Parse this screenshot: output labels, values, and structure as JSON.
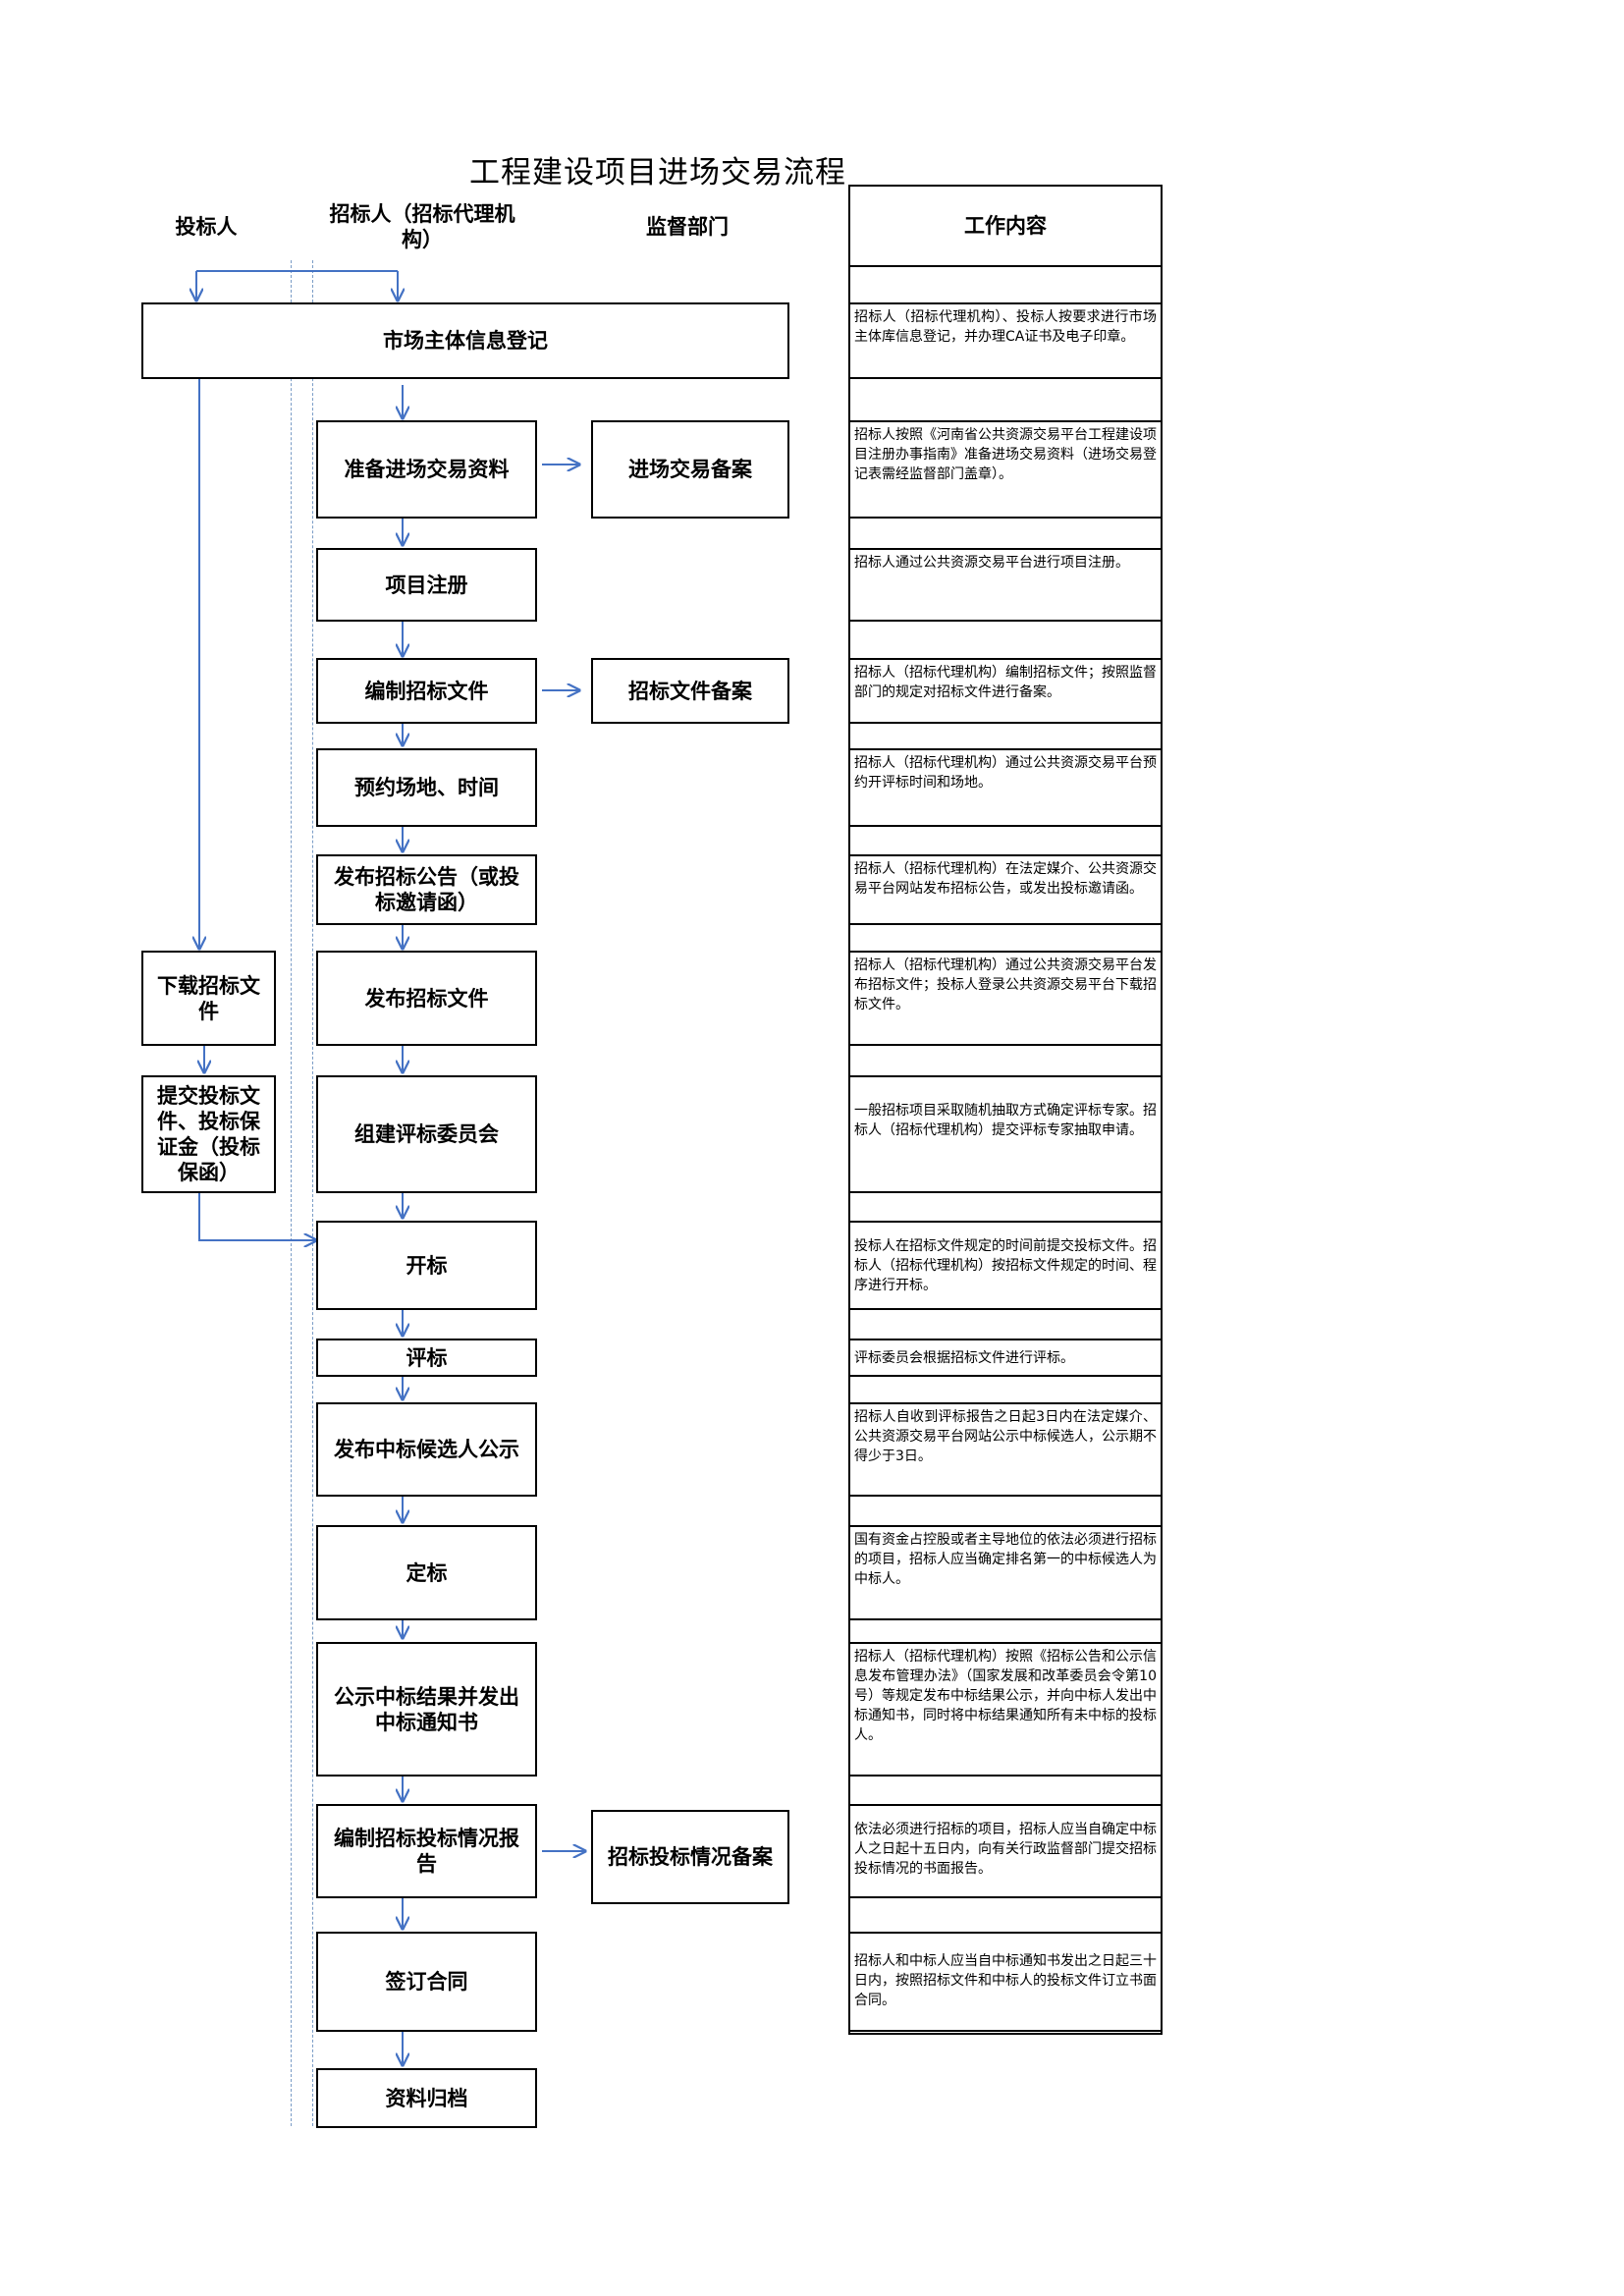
{
  "title": "工程建设项目进场交易流程",
  "columns": {
    "bidder": "投标人",
    "tenderer": "招标人（招标代理机构）",
    "supervisor": "监督部门",
    "work_content": "工作内容"
  },
  "tenderer_steps": [
    "准备进场交易资料",
    "项目注册",
    "编制招标文件",
    "预约场地、时间",
    "发布招标公告（或投标邀请函）",
    "发布招标文件",
    "组建评标委员会",
    "开标",
    "评标",
    "发布中标候选人公示",
    "定标",
    "公示中标结果并发出中标通知书",
    "编制招标投标情况报告",
    "签订合同",
    "资料归档"
  ],
  "shared_step": "市场主体信息登记",
  "bidder_steps": [
    "下载招标文件",
    "提交投标文件、投标保证金（投标保函）"
  ],
  "supervisor_steps": [
    "进场交易备案",
    "招标文件备案",
    "招标投标情况备案"
  ],
  "work_contents": [
    "招标人（招标代理机构）、投标人按要求进行市场主体库信息登记，并办理CA证书及电子印章。",
    "招标人按照《河南省公共资源交易平台工程建设项目注册办事指南》准备进场交易资料（进场交易登记表需经监督部门盖章）。",
    "招标人通过公共资源交易平台进行项目注册。",
    "招标人（招标代理机构）编制招标文件；按照监督部门的规定对招标文件进行备案。",
    "招标人（招标代理机构）通过公共资源交易平台预约开评标时间和场地。",
    "招标人（招标代理机构）在法定媒介、公共资源交易平台网站发布招标公告，或发出投标邀请函。",
    "招标人（招标代理机构）通过公共资源交易平台发布招标文件；投标人登录公共资源交易平台下载招标文件。",
    "一般招标项目采取随机抽取方式确定评标专家。招标人（招标代理机构）提交评标专家抽取申请。",
    "投标人在招标文件规定的时间前提交投标文件。招标人（招标代理机构）按招标文件规定的时间、程序进行开标。",
    "评标委员会根据招标文件进行评标。",
    "招标人自收到评标报告之日起3日内在法定媒介、公共资源交易平台网站公示中标候选人，公示期不得少于3日。",
    "国有资金占控股或者主导地位的依法必须进行招标的项目，招标人应当确定排名第一的中标候选人为中标人。",
    "招标人（招标代理机构）按照《招标公告和公示信息发布管理办法》（国家发展和改革委员会令第10号）等规定发布中标结果公示，并向中标人发出中标通知书，同时将中标结果通知所有未中标的投标人。",
    "依法必须进行招标的项目，招标人应当自确定中标人之日起十五日内，向有关行政监督部门提交招标投标情况的书面报告。",
    "招标人和中标人应当自中标通知书发出之日起三十日内，按照招标文件和中标人的投标文件订立书面合同。"
  ],
  "colors": {
    "arrow": "#4472c4",
    "dash": "#7a9cc6",
    "border": "#000000"
  }
}
